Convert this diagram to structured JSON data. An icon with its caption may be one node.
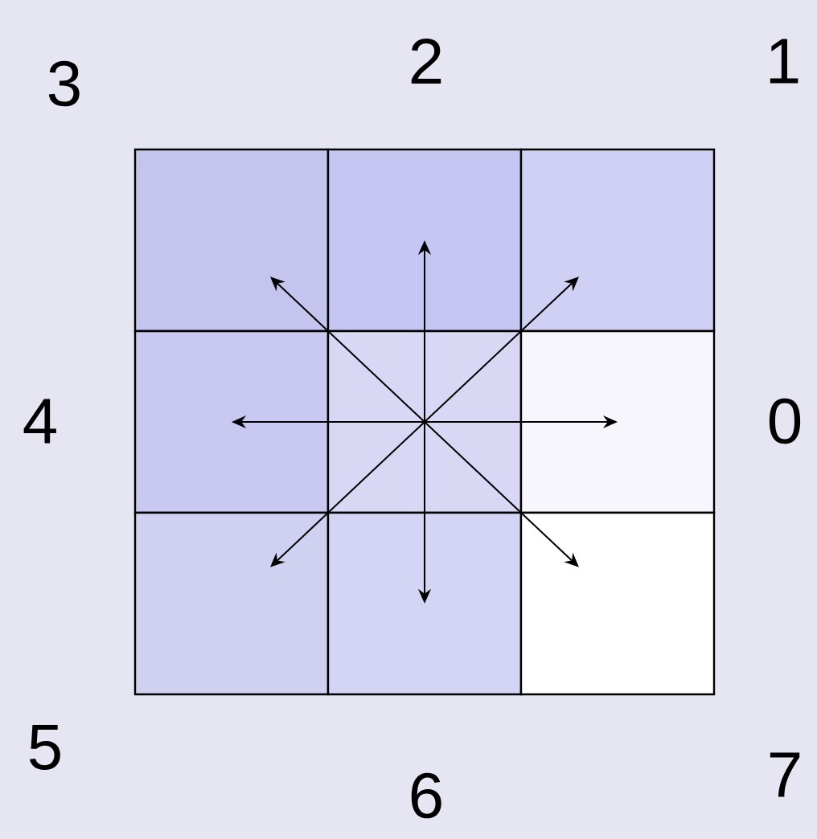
{
  "diagram": {
    "nodes": [
      {
        "text": [],
        "shape": "box"
      },
      {
        "text": [],
        "shape": "box"
      },
      {
        "text": [],
        "shape": "box"
      },
      {
        "text": [],
        "shape": "box"
      },
      {
        "text": [],
        "shape": "box"
      },
      {
        "text": [],
        "shape": "box"
      },
      {
        "text": [],
        "shape": "box"
      },
      {
        "text": [],
        "shape": "box"
      },
      {
        "text": [],
        "shape": "box"
      }
    ],
    "edges": [
      {
        "from": 4,
        "to": 5,
        "arrow": "to"
      },
      {
        "from": 4,
        "to": 2,
        "arrow": "to"
      },
      {
        "from": 4,
        "to": 1,
        "arrow": "to"
      },
      {
        "from": 4,
        "to": 0,
        "arrow": "to"
      },
      {
        "from": 4,
        "to": 3,
        "arrow": "to"
      },
      {
        "from": 4,
        "to": 6,
        "arrow": "to"
      },
      {
        "from": 4,
        "to": 7,
        "arrow": "to"
      },
      {
        "from": 4,
        "to": 8,
        "arrow": "to"
      }
    ],
    "labels": [
      "3",
      "2",
      "1",
      "4",
      "0",
      "5",
      "6",
      "7"
    ]
  }
}
